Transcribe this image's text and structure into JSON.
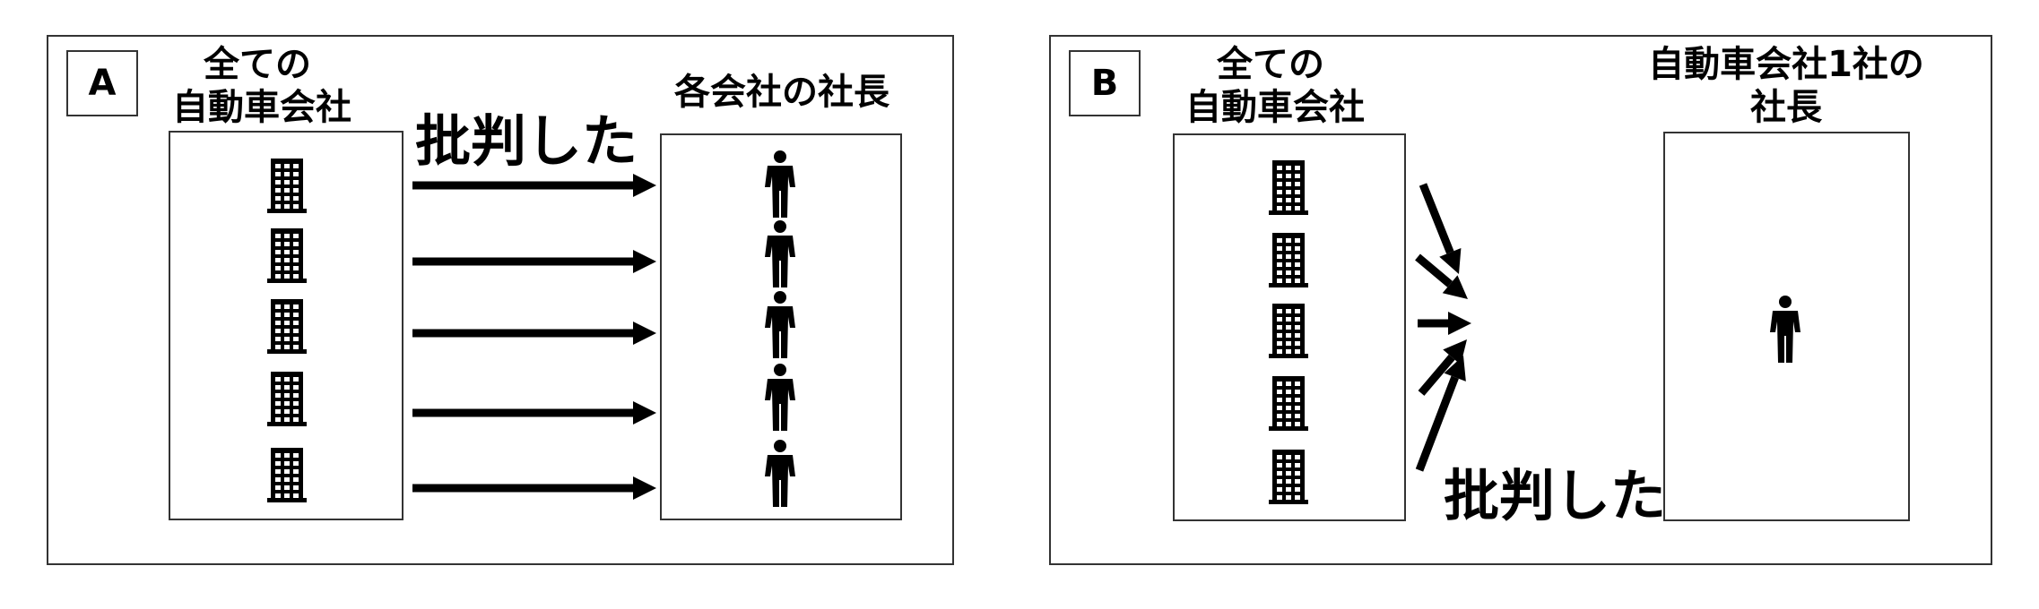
{
  "panel_a": {
    "label": "A",
    "source_heading": [
      "全ての",
      "自動車会社"
    ],
    "target_heading": [
      "各会社の社長"
    ],
    "arrow_label": "批判した",
    "companies": [
      {
        "icon": "building-icon"
      },
      {
        "icon": "building-icon"
      },
      {
        "icon": "building-icon"
      },
      {
        "icon": "building-icon"
      },
      {
        "icon": "building-icon"
      }
    ],
    "presidents": [
      {
        "icon": "person-icon"
      },
      {
        "icon": "person-icon"
      },
      {
        "icon": "person-icon"
      },
      {
        "icon": "person-icon"
      },
      {
        "icon": "person-icon"
      }
    ]
  },
  "panel_b": {
    "label": "B",
    "source_heading": [
      "全ての",
      "自動車会社"
    ],
    "target_heading": [
      "自動車会社1社の",
      "社長"
    ],
    "arrow_label": "批判した",
    "companies": [
      {
        "icon": "building-icon"
      },
      {
        "icon": "building-icon"
      },
      {
        "icon": "building-icon"
      },
      {
        "icon": "building-icon"
      },
      {
        "icon": "building-icon"
      }
    ],
    "presidents": [
      {
        "icon": "person-icon"
      }
    ]
  },
  "colors": {
    "ink": "#000000",
    "border": "#333333",
    "background": "#ffffff"
  }
}
